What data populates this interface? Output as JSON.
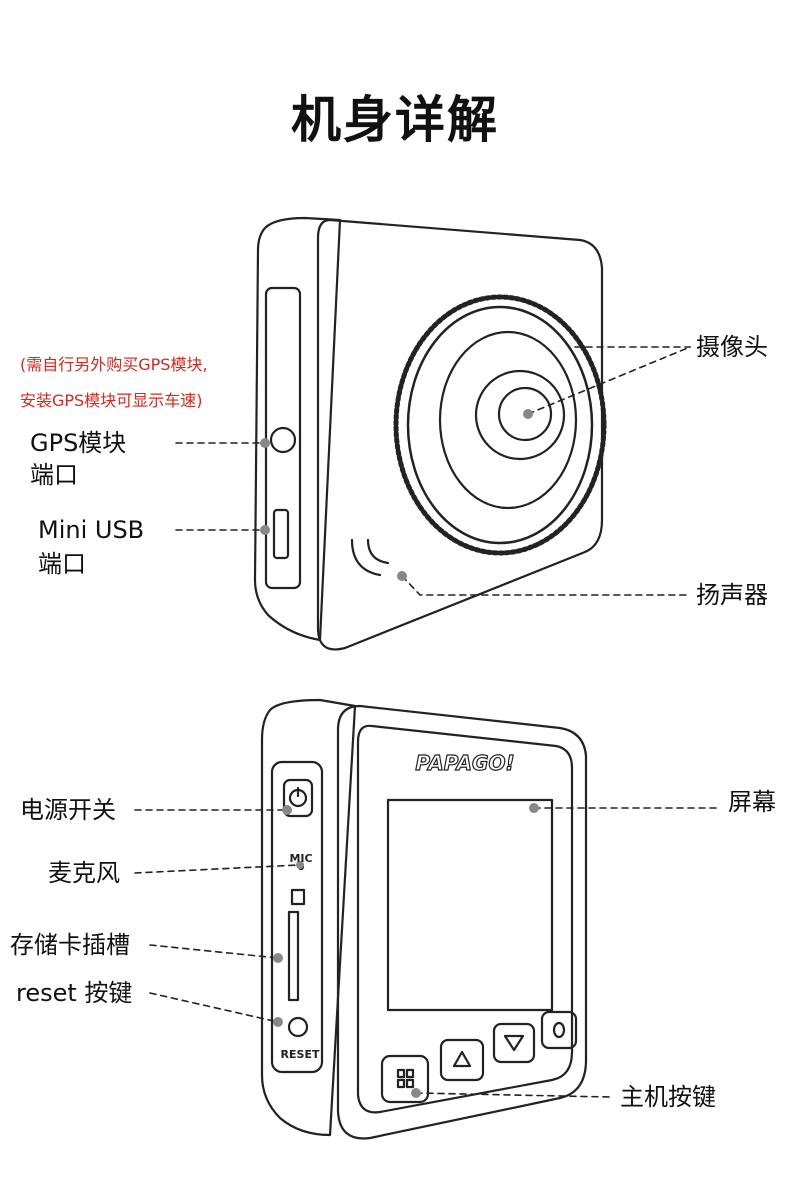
{
  "title": "机身详解",
  "notes": [
    "(需自行另外购买GPS模块,",
    "安装GPS模块可显示车速)"
  ],
  "labels": {
    "gps_port": [
      "GPS模块",
      "端口"
    ],
    "mini_usb": [
      "Mini USB",
      "端口"
    ],
    "camera": "摄像头",
    "speaker": "扬声器",
    "power": "电源开关",
    "mic": "麦克风",
    "card_slot": "存储卡插槽",
    "reset": "reset 按键",
    "screen": "屏幕",
    "main_buttons": "主机按键"
  },
  "device": {
    "brand": "PAPAGO!",
    "mic_mark": "MIC",
    "reset_mark": "RESET"
  },
  "colors": {
    "note": "#d9261c",
    "line": "#222222",
    "dot": "#888888"
  }
}
